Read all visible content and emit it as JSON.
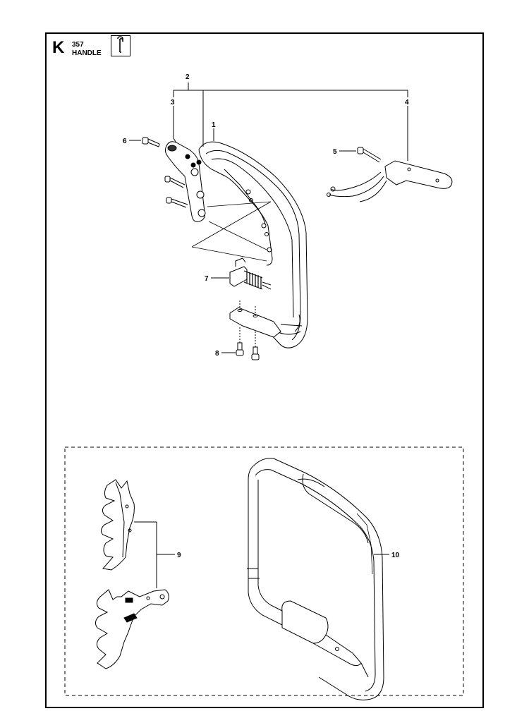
{
  "header": {
    "section_letter": "K",
    "section_number": "357",
    "section_title": "HANDLE",
    "tool_icon": "wrench-icon"
  },
  "callouts": {
    "c1": "1",
    "c2": "2",
    "c3": "3",
    "c4": "4",
    "c5": "5",
    "c6": "6",
    "c7": "7",
    "c8": "8",
    "c9": "9",
    "c10": "10"
  }
}
